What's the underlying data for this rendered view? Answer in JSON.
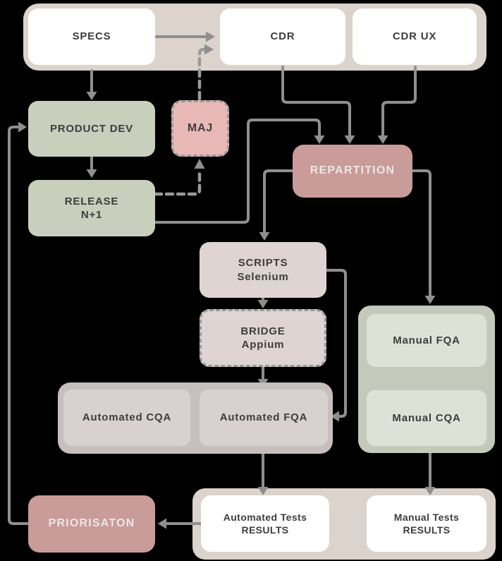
{
  "colors": {
    "band": "#dcd3cc",
    "box_white": "#ffffff",
    "green": "#c8cfbc",
    "green_container": "#c3cabc",
    "green_light": "#dde2d7",
    "pink": "#e9b9b7",
    "rose": "#c99b99",
    "mauve": "#ded4d2",
    "mauve_container": "#c7bebe",
    "mauve_light": "#d9d0d0",
    "arrow": "#8f8f8f",
    "dash": "#9a9a9a",
    "text_dark": "#3d3d3d",
    "text_light": "#ece7e6"
  },
  "nodes": {
    "specs": {
      "label": "SPECS"
    },
    "cdr": {
      "label": "CDR"
    },
    "cdr_ux": {
      "label": "CDR UX"
    },
    "product_dev": {
      "label": "PRODUCT DEV"
    },
    "maj": {
      "label": "MAJ"
    },
    "release": {
      "line1": "RELEASE",
      "line2": "N+1"
    },
    "repartition": {
      "label": "REPARTITION"
    },
    "scripts": {
      "line1": "SCRIPTS",
      "line2": "Selenium"
    },
    "bridge": {
      "line1": "BRIDGE",
      "line2": "Appium"
    },
    "automated_cqa": {
      "label": "Automated CQA"
    },
    "automated_fqa": {
      "label": "Automated FQA"
    },
    "manual_fqa": {
      "label": "Manual FQA"
    },
    "manual_cqa": {
      "label": "Manual CQA"
    },
    "automated_results": {
      "line1": "Automated Tests",
      "line2": "RESULTS"
    },
    "manual_results": {
      "line1": "Manual Tests",
      "line2": "RESULTS"
    },
    "priorisaton": {
      "label": "PRIORISATON"
    }
  },
  "edges": [
    {
      "from": "SPECS",
      "to": "CDR",
      "style": "solid"
    },
    {
      "from": "SPECS",
      "to": "PRODUCT DEV",
      "style": "solid"
    },
    {
      "from": "PRODUCT DEV",
      "to": "RELEASE N+1",
      "style": "solid"
    },
    {
      "from": "RELEASE N+1",
      "to": "MAJ",
      "style": "dashed"
    },
    {
      "from": "MAJ",
      "to": "CDR",
      "style": "dashed"
    },
    {
      "from": "RELEASE N+1",
      "to": "REPARTITION",
      "style": "solid"
    },
    {
      "from": "CDR",
      "to": "REPARTITION",
      "style": "solid"
    },
    {
      "from": "CDR UX",
      "to": "REPARTITION",
      "style": "solid"
    },
    {
      "from": "REPARTITION",
      "to": "SCRIPTS Selenium",
      "style": "solid"
    },
    {
      "from": "REPARTITION",
      "to": "Manual FQA",
      "style": "solid"
    },
    {
      "from": "SCRIPTS Selenium",
      "to": "BRIDGE Appium",
      "style": "solid"
    },
    {
      "from": "BRIDGE Appium",
      "to": "Automated FQA",
      "style": "solid"
    },
    {
      "from": "SCRIPTS Selenium",
      "to": "Automated FQA",
      "style": "solid"
    },
    {
      "from": "Automated CQA",
      "to": "Automated FQA",
      "style": "link"
    },
    {
      "from": "Manual FQA",
      "to": "Manual CQA",
      "style": "link"
    },
    {
      "from": "Automated FQA",
      "to": "Automated Tests RESULTS",
      "style": "solid"
    },
    {
      "from": "Manual CQA",
      "to": "Manual Tests RESULTS",
      "style": "solid"
    },
    {
      "from": "Automated Tests RESULTS",
      "to": "PRIORISATON",
      "style": "solid"
    },
    {
      "from": "PRIORISATON",
      "to": "PRODUCT DEV",
      "style": "solid"
    }
  ]
}
